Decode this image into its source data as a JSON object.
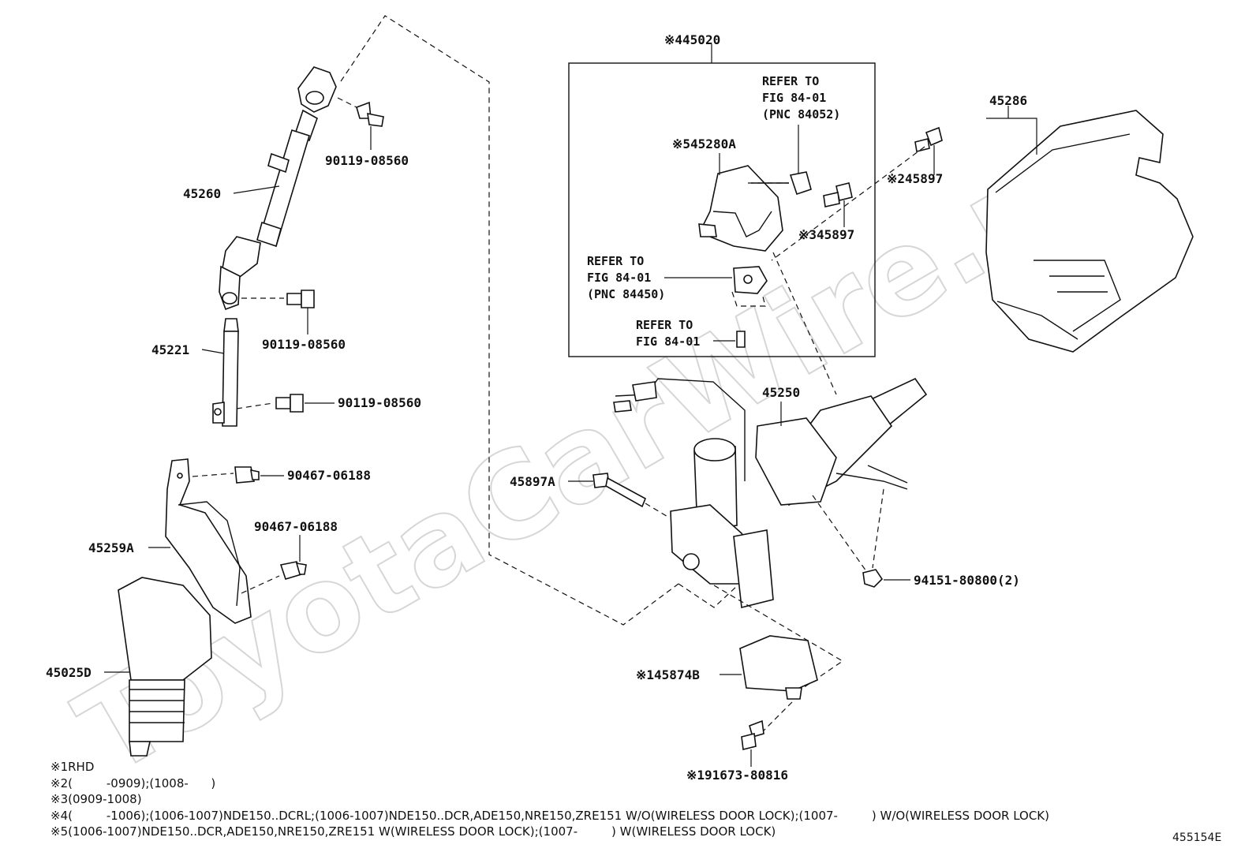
{
  "watermark": "ToyotaCarWire.ru",
  "box_title": "※445020",
  "labels": {
    "p45260": "45260",
    "p45221": "45221",
    "bolt1": "90119-08560",
    "bolt2": "90119-08560",
    "bolt3": "90119-08560",
    "clip1": "90467-06188",
    "clip2": "90467-06188",
    "p45259A": "45259A",
    "p45025D": "45025D",
    "p45280A": "※545280A",
    "p45897_2": "※245897",
    "p45897_3": "※345897",
    "p45286": "45286",
    "p45250": "45250",
    "p45897A": "45897A",
    "nut": "94151-80800(2)",
    "p45874B": "※145874B",
    "screw": "※191673-80816"
  },
  "refers": {
    "ref1": [
      "REFER TO",
      "FIG 84-01",
      "(PNC 84052)"
    ],
    "ref2": [
      "REFER TO",
      "FIG 84-01",
      "(PNC 84450)"
    ],
    "ref3": [
      "REFER TO",
      "FIG 84-01"
    ]
  },
  "notes": [
    "※1RHD",
    "※2(         -0909);(1008-      )",
    "※3(0909-1008)",
    "※4(         -1006);(1006-1007)NDE150..DCRL;(1006-1007)NDE150..DCR,ADE150,NRE150,ZRE151 W/O(WIRELESS DOOR LOCK);(1007-         ) W/O(WIRELESS DOOR LOCK)",
    "※5(1006-1007)NDE150..DCR,ADE150,NRE150,ZRE151 W(WIRELESS DOOR LOCK);(1007-         ) W(WIRELESS DOOR LOCK)"
  ],
  "figure_ref": "455154E",
  "icons": [
    "bolt-icon",
    "clip-icon",
    "nut-icon",
    "screw-icon"
  ]
}
